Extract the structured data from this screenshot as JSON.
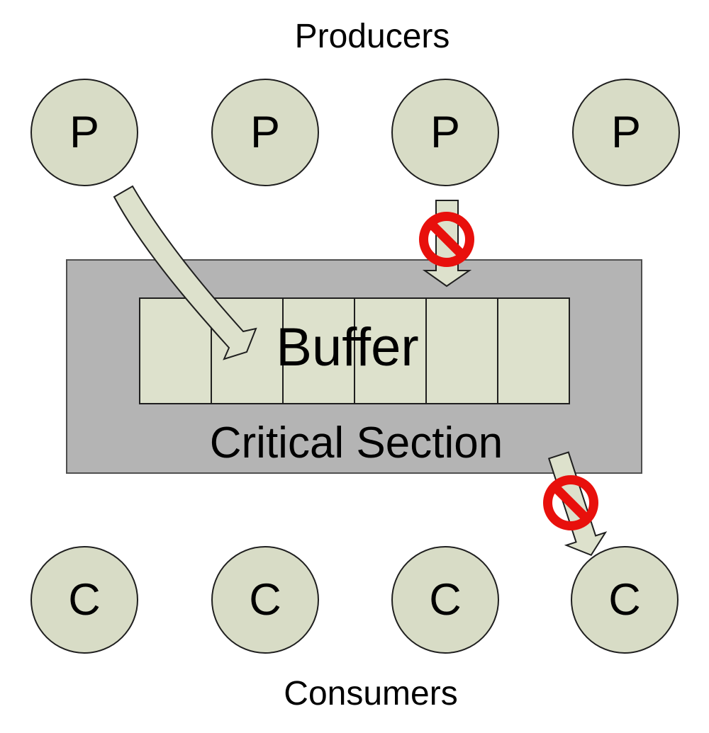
{
  "diagram": {
    "title_top": "Producers",
    "title_bottom": "Consumers",
    "buffer_label": "Buffer",
    "section_label": "Critical Section",
    "producers": [
      "P",
      "P",
      "P",
      "P"
    ],
    "consumers": [
      "C",
      "C",
      "C",
      "C"
    ],
    "buffer_slot_count": 6
  },
  "colors": {
    "node-fill": "#d8dcc6",
    "cell-fill": "#dde1cc",
    "arrow-fill": "#dde1cc",
    "section-fill": "#b4b4b4",
    "section-border": "#4f4f4f",
    "prohibition-red": "#e8100c",
    "line": "#1f1f1f",
    "text": "#000000"
  }
}
